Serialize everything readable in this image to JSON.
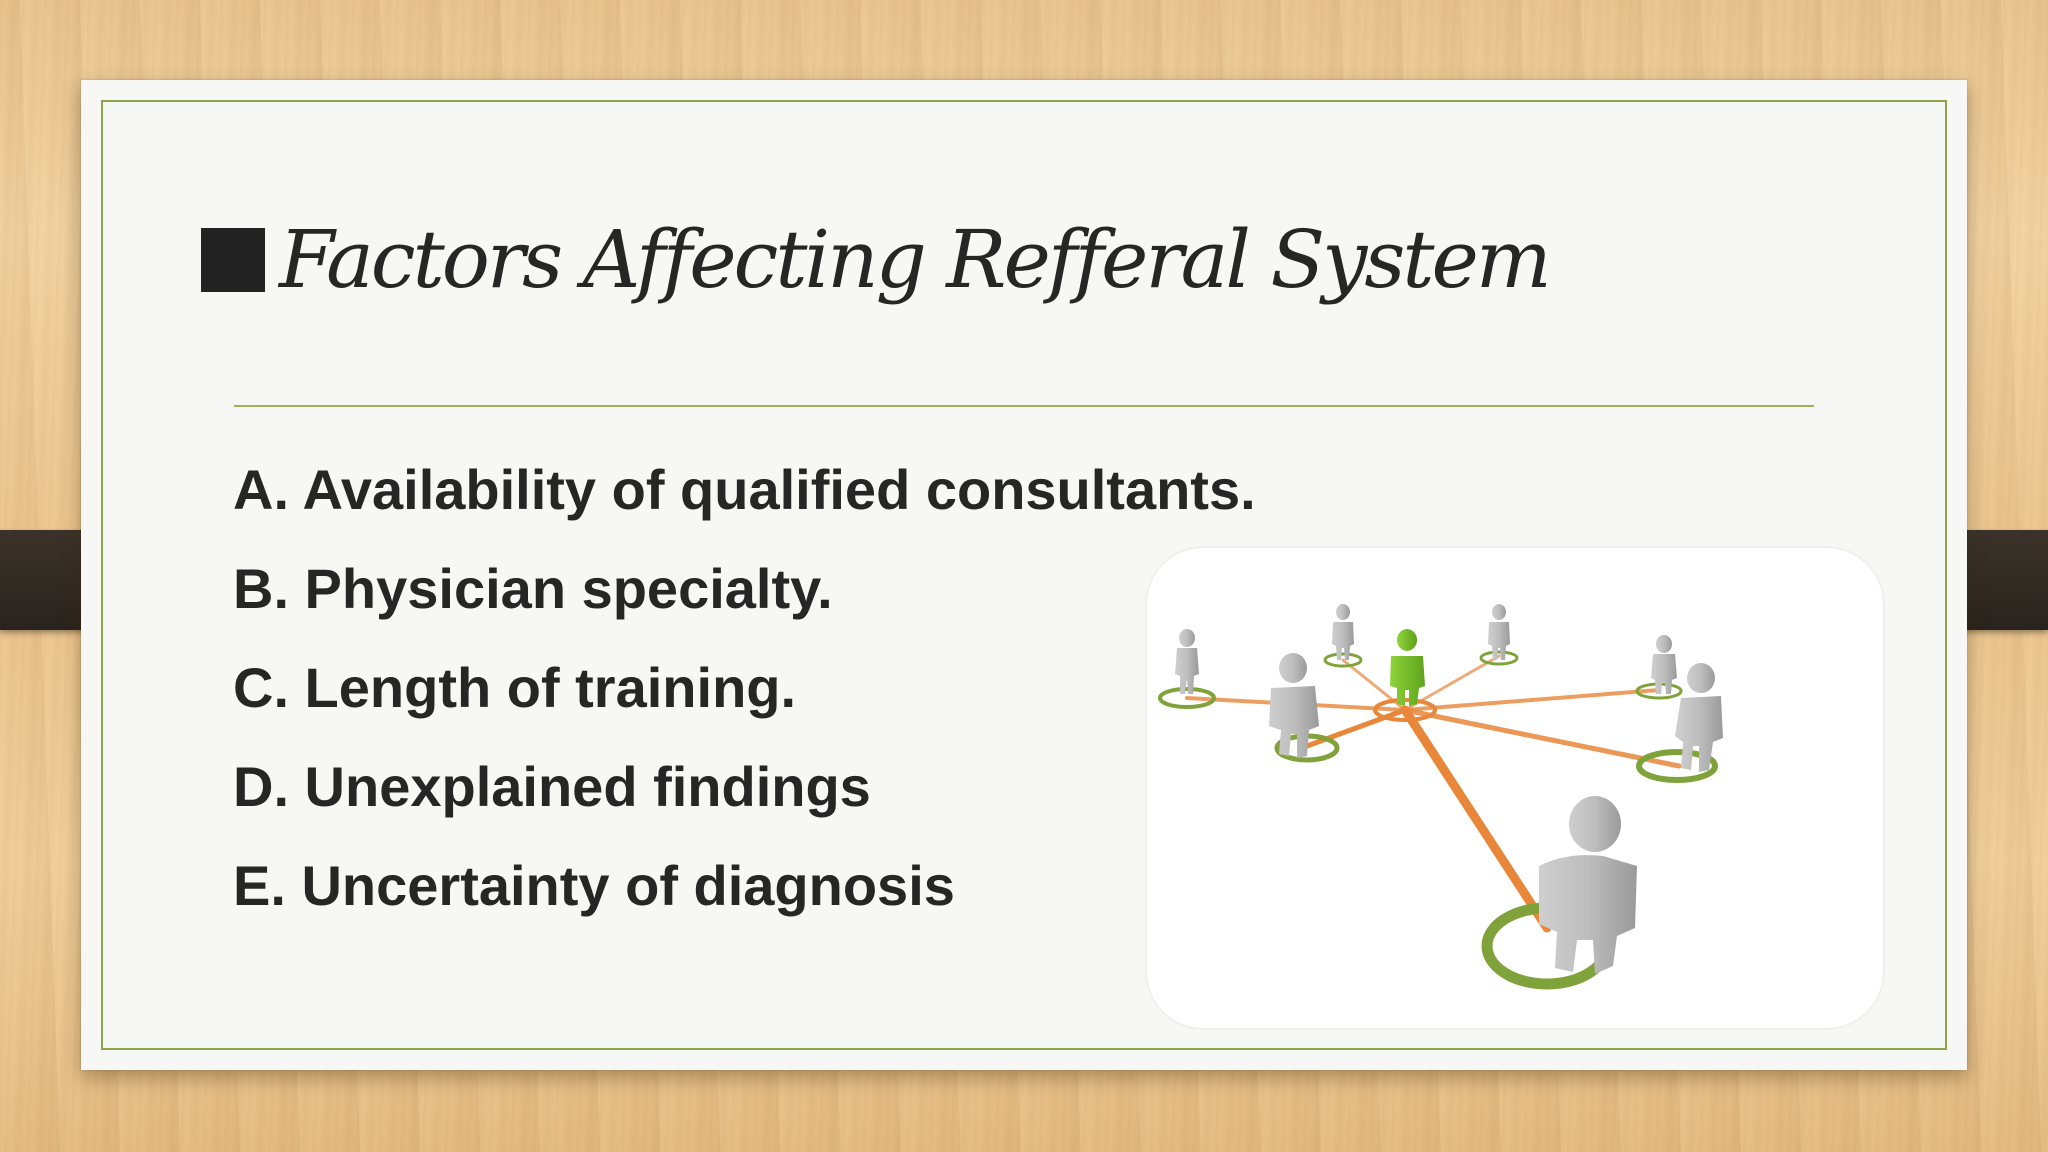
{
  "slide": {
    "title": "Factors Affecting Refferal System",
    "bullets": [
      "A. Availability of qualified consultants.",
      "B. Physician specialty.",
      "C. Length of training.",
      "D. Unexplained findings",
      "E. Uncertainty of diagnosis"
    ]
  },
  "illustration": {
    "subject": "network-of-people-icon",
    "colors": {
      "accent_person": "#7cbf2a",
      "person": "#b5b5b5",
      "links": "#e8873a",
      "rings": "#7fa33a"
    }
  },
  "theme": {
    "slide_border": "#8fa34a",
    "text": "#262626",
    "binder": "#2f2822"
  }
}
